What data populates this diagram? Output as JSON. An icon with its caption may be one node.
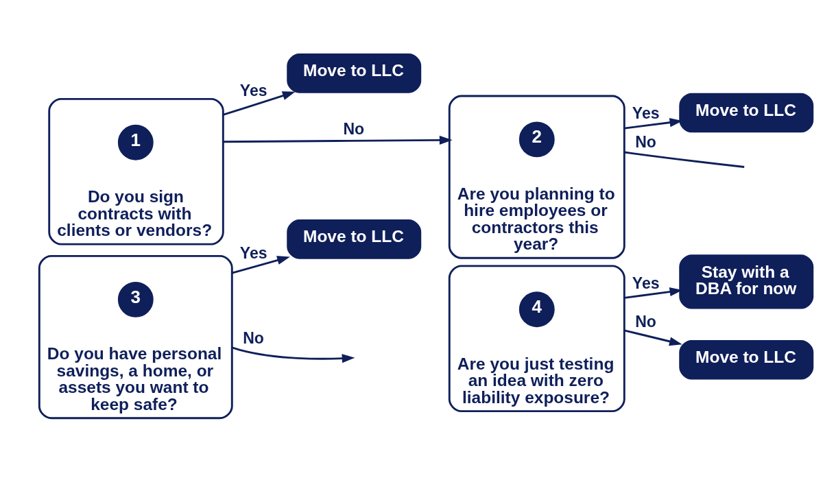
{
  "diagram": {
    "nodes": [
      {
        "text": [
          "Do you sign contracts with clients or vendors?"
        ]
      },
      {
        "text": [
          "1"
        ],
        "in": 0
      },
      {
        "text": [
          "Move to LLC"
        ]
      },
      {
        "text": [
          "Are you planning to hire employees or contractors this year?"
        ]
      },
      {
        "text": [
          "2"
        ],
        "in": 3
      },
      {
        "text": [
          "Move to LLC"
        ]
      },
      {
        "text": [
          "Do you have personal savings, a home, or assets you want to keep safe?"
        ]
      },
      {
        "text": [
          "3"
        ],
        "in": 6
      },
      {
        "text": [
          "Move to LLC"
        ]
      },
      {
        "text": [
          "Are you just testing an idea with zero liability exposure?"
        ]
      },
      {
        "text": [
          "4"
        ],
        "in": 9
      },
      {
        "text": [
          "Stay with a DBA for now"
        ]
      },
      {
        "text": [
          "Move to LLC"
        ]
      }
    ],
    "edges": [
      {
        "from": 0,
        "to": 2,
        "label": "Yes",
        "arrow": "to"
      },
      {
        "from": 0,
        "to": 3,
        "label": "No",
        "arrow": "to"
      },
      {
        "from": 3,
        "to": 5,
        "label": "Yes",
        "arrow": "to"
      },
      {
        "from": 3,
        "to": null,
        "label": "No",
        "arrow": "none"
      },
      {
        "from": 6,
        "to": 8,
        "label": "Yes",
        "arrow": "to"
      },
      {
        "from": 6,
        "to": null,
        "label": "No",
        "arrow": "to"
      },
      {
        "from": 9,
        "to": 11,
        "label": "Yes",
        "arrow": "to"
      },
      {
        "from": 9,
        "to": 12,
        "label": "No",
        "arrow": "to"
      }
    ]
  }
}
